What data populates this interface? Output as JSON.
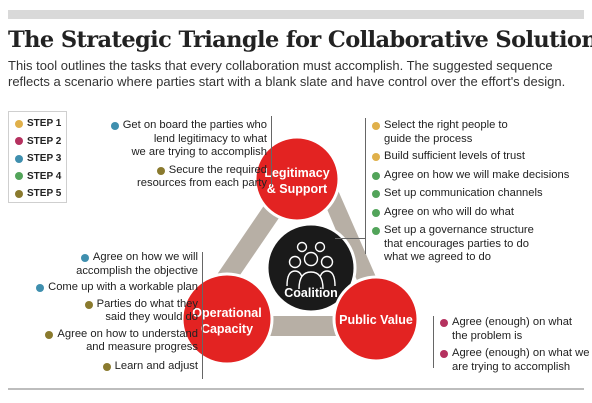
{
  "title": "The Strategic Triangle for Collaborative Solutions",
  "description": {
    "line1": "This tool outlines the tasks that every collaboration must accomplish. The suggested sequence",
    "line2": "reflects a scenario where parties start with a blank slate and have control over the effort's design."
  },
  "legend": [
    {
      "label": "STEP 1",
      "color": "#e0b04a"
    },
    {
      "label": "STEP 2",
      "color": "#b5315f"
    },
    {
      "label": "STEP 3",
      "color": "#3f8fae"
    },
    {
      "label": "STEP 4",
      "color": "#52a45a"
    },
    {
      "label": "STEP 5",
      "color": "#8a7a2e"
    }
  ],
  "circles": {
    "legitimacy": {
      "line1": "Legitimacy",
      "line2": "& Support"
    },
    "operational": {
      "line1": "Operational",
      "line2": "Capacity"
    },
    "public_value": {
      "line1": "Public Value"
    },
    "coalition": {
      "label": "Coalition"
    }
  },
  "colors": {
    "red": "#e32322",
    "triangle": "#b7afa5",
    "dark": "#1a1a1a"
  },
  "legitimacy_tasks": {
    "t1": {
      "line1": "Get on board the parties who",
      "line2": "lend legitimacy to what",
      "line3": "we are trying to accomplish"
    },
    "t2": {
      "line1": "Secure the required",
      "line2": "resources from each party"
    }
  },
  "coalition_tasks": {
    "t1": {
      "line1": "Select the right people to",
      "line2": "guide the process"
    },
    "t2": "Build sufficient levels of trust",
    "t3": "Agree on how we will make decisions",
    "t4": "Set up communication channels",
    "t5": "Agree on who will do what",
    "t6": {
      "line1": "Set up a governance structure",
      "line2": "that encourages parties to do",
      "line3": "what we agreed to do"
    }
  },
  "operational_tasks": {
    "t1": {
      "line1": "Agree on how we will",
      "line2": "accomplish the objective"
    },
    "t2": "Come up with a workable plan",
    "t3": {
      "line1": "Parties do what they",
      "line2": "said they would do"
    },
    "t4": {
      "line1": "Agree on how to understand",
      "line2": "and measure progress"
    },
    "t5": "Learn and adjust"
  },
  "public_value_tasks": {
    "t1": {
      "line1": "Agree (enough) on what",
      "line2": "the problem is"
    },
    "t2": {
      "line1": "Agree (enough) on what we",
      "line2": "are trying to accomplish"
    }
  }
}
